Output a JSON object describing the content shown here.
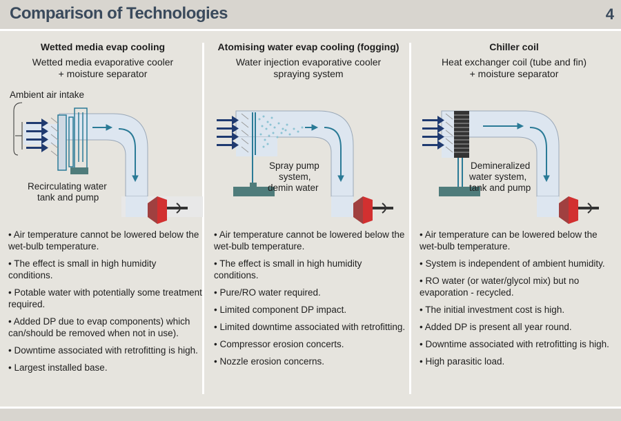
{
  "header": {
    "title": "Comparison of Technologies",
    "page_number": "4"
  },
  "colors": {
    "duct": "#dde6f0",
    "arrow": "#2a7a96",
    "dark_blue": "#1f3a70",
    "turbine_red": "#d23030",
    "base": "#4f7c7b",
    "header_bg": "#d8d5cf",
    "body_bg": "#e6e4de"
  },
  "columns": [
    {
      "title": "Wetted media evap cooling",
      "subtitle": [
        "Wetted media evaporative cooler",
        "+ moisture separator"
      ],
      "diagram_labels": {
        "intake": "Ambient air intake",
        "component": [
          "Recirculating water",
          "tank and pump"
        ]
      },
      "bullets": [
        "Air temperature cannot be lowered below the wet-bulb temperature.",
        "The effect is small in high humidity conditions.",
        "Potable water with potentially some treatment required.",
        "Added DP due to evap components) which can/should be removed when not in use).",
        "Downtime associated with retrofitting is high.",
        "Largest installed base."
      ]
    },
    {
      "title": "Atomising water evap cooling (fogging)",
      "subtitle": [
        "Water injection evaporative cooler",
        "spraying system"
      ],
      "diagram_labels": {
        "component": [
          "Spray pump",
          "system,",
          "demin water"
        ]
      },
      "bullets": [
        "Air temperature cannot be lowered below the wet-bulb temperature.",
        "The effect is small in high humidity conditions.",
        "Pure/RO water required.",
        "Limited component DP impact.",
        "Limited downtime associated with retrofitting.",
        "Compressor erosion concerts.",
        "Nozzle erosion concerns."
      ]
    },
    {
      "title": "Chiller coil",
      "subtitle": [
        "Heat exchanger coil (tube and fin)",
        "+ moisture separator"
      ],
      "diagram_labels": {
        "component": [
          "Demineralized",
          "water system,",
          "tank and pump"
        ]
      },
      "bullets": [
        "Air temperature can be lowered below the wet-bulb temperature.",
        "System is independent of ambient humidity.",
        "RO water (or water/glycol mix) but no evaporation - recycled.",
        "The initial investment cost is high.",
        "Added DP is present all year round.",
        "Downtime associated with retrofitting is high.",
        "High parasitic load."
      ]
    }
  ]
}
